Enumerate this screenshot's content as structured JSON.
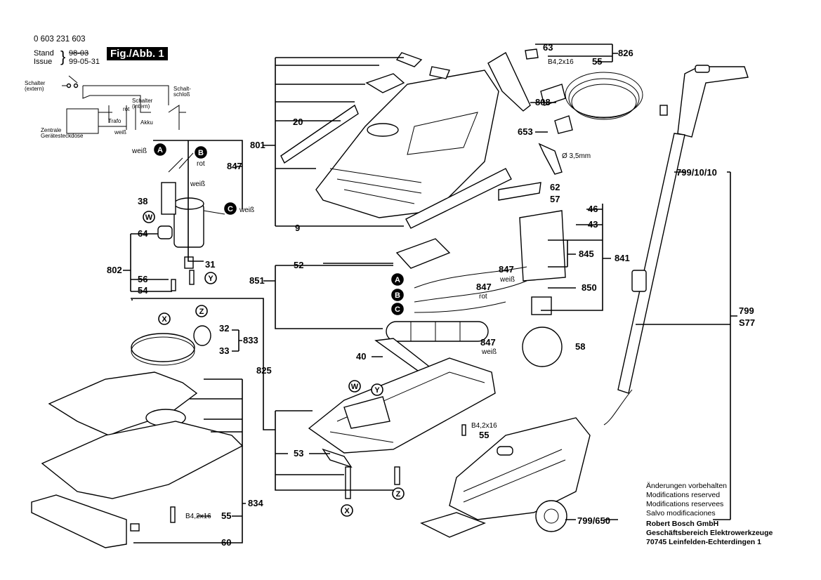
{
  "header": {
    "part_number": "0 603 231 603",
    "stand_label": "Stand",
    "issue_label": "Issue",
    "stand_old": "98-03",
    "issue_date": "99-05-31",
    "figure_title": "Fig./Abb. 1"
  },
  "schematic": {
    "switch_extern": [
      "Schalter",
      "(extern)"
    ],
    "switch_intern": [
      "Schalter",
      "(intern)"
    ],
    "lock": [
      "Schalt-",
      "schloß"
    ],
    "trafo": "Trafo",
    "akku": "Akku",
    "rot": "rot",
    "weiss": "weiß",
    "socket": [
      "Zentrale",
      "Gerätesteckdose"
    ]
  },
  "callouts": {
    "c826": "826",
    "c63": "63",
    "c55a": "55",
    "screw_a": "B4,2x16",
    "c808": "808",
    "c653": "653",
    "dia": "Ø 3,5mm",
    "c799_10_10": "799/10/10",
    "c20": "20",
    "c801": "801",
    "c847a": "847",
    "c38": "38",
    "c64": "64",
    "c802": "802",
    "c31": "31",
    "c56": "56",
    "c54": "54",
    "c9": "9",
    "c62": "62",
    "c57": "57",
    "c46": "46",
    "c43": "43",
    "c845": "845",
    "c841": "841",
    "c52": "52",
    "c851": "851",
    "c847b": "847",
    "c847c": "847",
    "c850": "850",
    "c799": "799",
    "s77": "S77",
    "c847d": "847",
    "c58": "58",
    "c32": "32",
    "c833": "833",
    "c33": "33",
    "c40": "40",
    "c825": "825",
    "c53": "53",
    "screw_b": "B4,2x16",
    "c55b": "55",
    "c834": "834",
    "screw_c": "B4,2x16",
    "c55c": "55",
    "c60": "60",
    "c799_650": "799/650",
    "weiss": "weiß",
    "rot": "rot"
  },
  "connectors": [
    "A",
    "B",
    "C",
    "W",
    "Y",
    "X",
    "Z"
  ],
  "footer": {
    "notes": [
      "Änderungen vorbehalten",
      "Modifications reserved",
      "Modifications reservees",
      "Salvo modificaciones"
    ],
    "company": [
      "Robert Bosch GmbH",
      "Geschäftsbereich Elektrowerkzeuge",
      "70745 Leinfelden-Echterdingen 1"
    ]
  }
}
